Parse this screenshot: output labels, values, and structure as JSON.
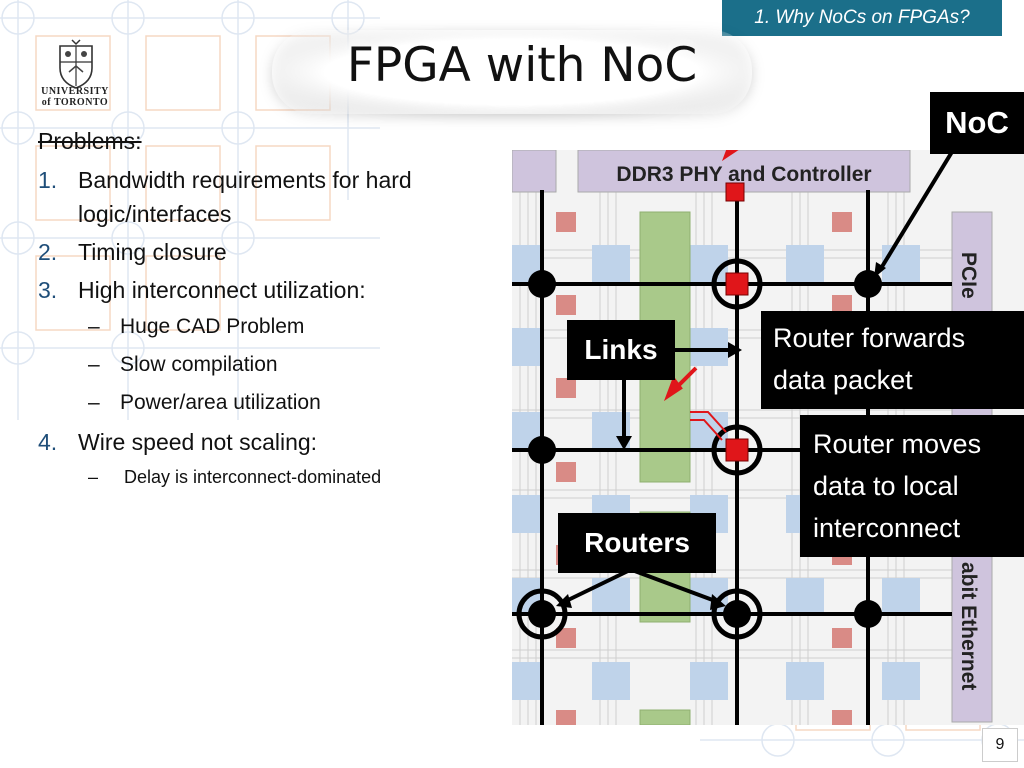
{
  "section_tag": "1. Why NoCs on FPGAs?",
  "title": "FPGA with NoC",
  "logo": {
    "line1": "UNIVERSITY",
    "line2": "of TORONTO"
  },
  "problems_label": "Problems:",
  "items": [
    {
      "num": "1.",
      "text": "Bandwidth requirements for hard logic/interfaces"
    },
    {
      "num": "2.",
      "text": "Timing closure"
    },
    {
      "num": "3.",
      "text": "High interconnect utilization:"
    },
    {
      "num": "4.",
      "text": "Wire speed not scaling:"
    }
  ],
  "subitems": [
    "Huge CAD Problem",
    "Slow compilation",
    "Power/area utilization"
  ],
  "subitem4": "Delay is interconnect-dominated",
  "diagram": {
    "ddr_label": "DDR3 PHY and Controller",
    "pcie_label": "PCIe",
    "ethernet_label": "abit Ethernet",
    "noc_label": "NoC",
    "links_label": "Links",
    "routers_label": "Routers",
    "router_forwards": "Router forwards data packet",
    "router_moves": "Router moves data to local interconnect"
  },
  "dash": "–",
  "page_number": "9",
  "colors": {
    "tag_bg": "#1b6f8a",
    "number_blue": "#1f4e79",
    "router_red": "#e0161a",
    "pink_block": "#d98b86",
    "blue_block": "#bfd3ea",
    "green_block": "#a9c98a",
    "ddr_block": "#cfc4dd"
  }
}
